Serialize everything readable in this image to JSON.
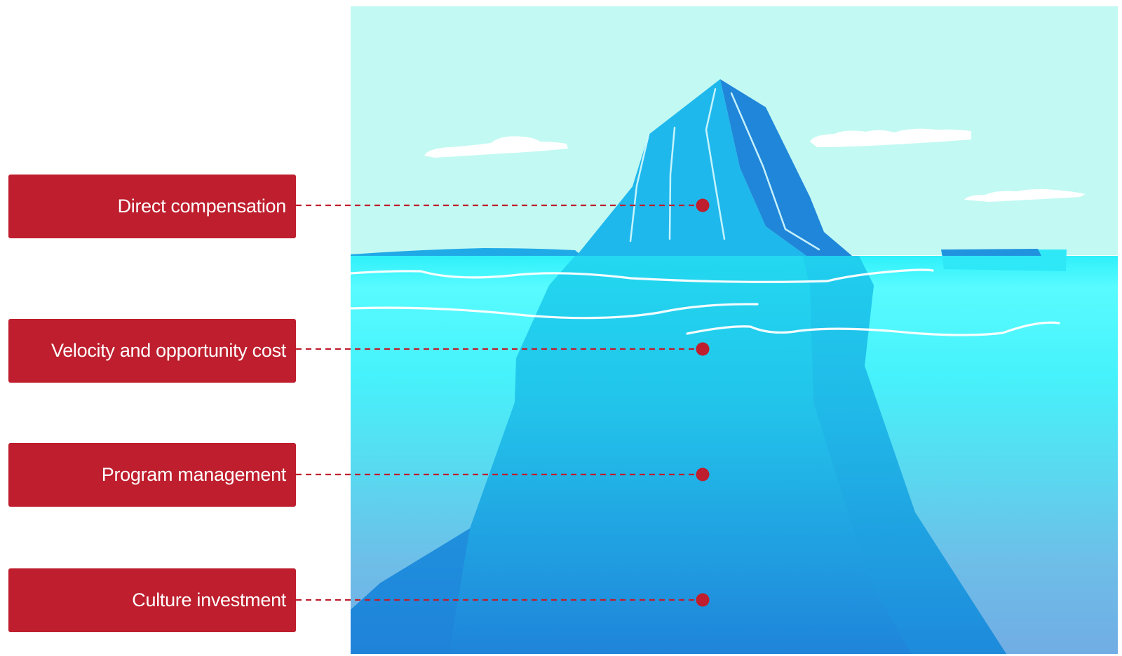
{
  "iceberg_layers": [
    {
      "label": "Direct compensation"
    },
    {
      "label": "Velocity and opportunity cost"
    },
    {
      "label": "Program management"
    },
    {
      "label": "Culture investment"
    }
  ],
  "colors": {
    "label_background": "#be1e2d",
    "label_text": "#ffffff",
    "connector": "#be1e2d",
    "sky": "#c2f9f3",
    "water_top": "#56fbff",
    "water_bottom": "#6fade4",
    "iceberg_light": "#22c3eb",
    "iceberg_dark": "#1f7fd8"
  }
}
